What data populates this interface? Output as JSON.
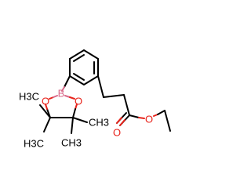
{
  "molecule": {
    "atoms": {
      "boron": "B",
      "ring_oxygen_top": "O",
      "ring_oxygen_bottom": "O",
      "carbonyl_oxygen": "O",
      "ester_oxygen": "O",
      "methyl_1": "H3C",
      "methyl_2": "H3C",
      "methyl_3": "CH3",
      "methyl_4": "CH3"
    },
    "colors": {
      "bond": "#000000",
      "boron": "#D96A8A",
      "oxygen": "#E8231B",
      "carbon_label": "#000000"
    }
  }
}
